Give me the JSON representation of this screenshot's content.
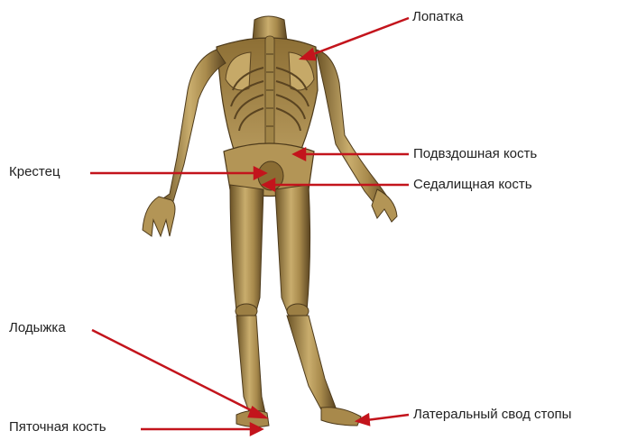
{
  "diagram": {
    "accent_color": "#c3141c",
    "figure": "human-skeleton-and-muscles-back-view",
    "labels": {
      "lopatka": "Лопатка",
      "podvzdoshnaya": "Подвздошная кость",
      "krestec": "Крестец",
      "sedalishchnaya": "Седалищная кость",
      "lodyzhka": "Лодыжка",
      "lateralny_svod": "Латеральный свод стопы",
      "pyatochnaya": "Пяточная кость"
    }
  }
}
